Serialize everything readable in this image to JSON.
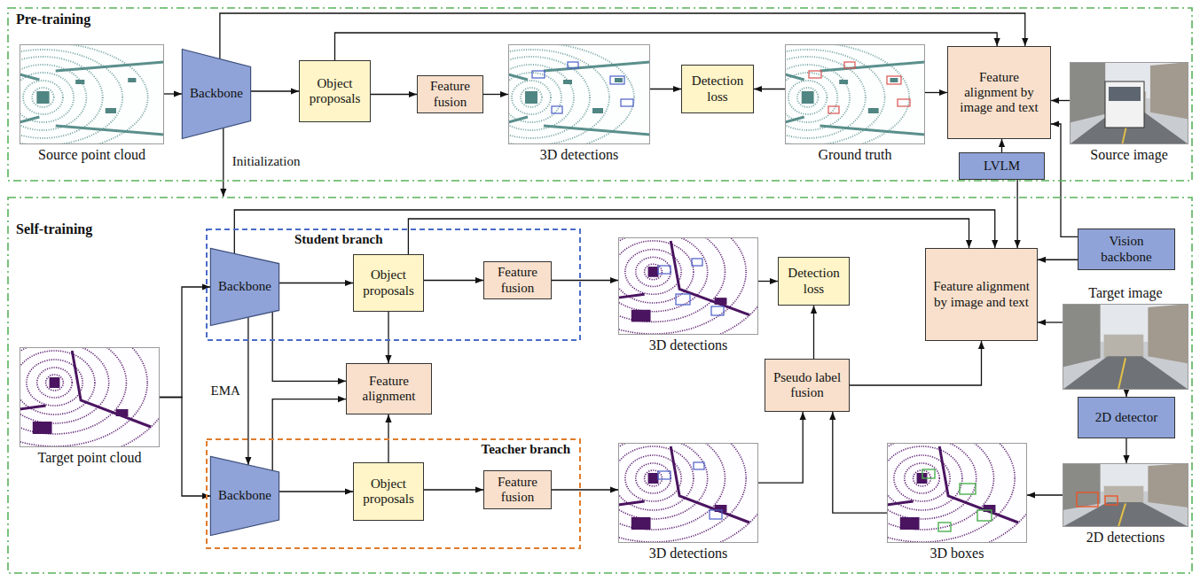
{
  "diagram": {
    "nodes": [
      {
        "text": [
          "Pre-training"
        ]
      },
      {
        "text": [
          "Source point cloud"
        ],
        "in": 0
      },
      {
        "text": [
          "Backbone"
        ],
        "in": 0
      },
      {
        "text": [
          "Object proposals"
        ],
        "in": 0
      },
      {
        "text": [
          "Feature fusion"
        ],
        "in": 0
      },
      {
        "text": [
          "3D detections"
        ],
        "in": 0
      },
      {
        "text": [
          "Detection loss"
        ],
        "in": 0
      },
      {
        "text": [
          "Ground truth"
        ],
        "in": 0
      },
      {
        "text": [
          "Feature alignment by image and text"
        ],
        "in": 0
      },
      {
        "text": [
          "Source image"
        ],
        "in": 0
      },
      {
        "text": [
          "LVLM"
        ],
        "in": 0
      },
      {
        "text": [
          "Self-training"
        ]
      },
      {
        "text": [
          "Student branch"
        ],
        "in": 11
      },
      {
        "text": [
          "Backbone"
        ],
        "in": 12
      },
      {
        "text": [
          "Object proposals"
        ],
        "in": 12
      },
      {
        "text": [
          "Feature fusion"
        ],
        "in": 12
      },
      {
        "text": [
          "Target point cloud"
        ],
        "in": 11
      },
      {
        "text": [
          "Feature alignment"
        ],
        "in": 11
      },
      {
        "text": [
          "Teacher branch"
        ],
        "in": 11
      },
      {
        "text": [
          "Backbone"
        ],
        "in": 18
      },
      {
        "text": [
          "Object proposals"
        ],
        "in": 18
      },
      {
        "text": [
          "Feature fusion"
        ],
        "in": 18
      },
      {
        "text": [
          "3D detections"
        ],
        "in": 11
      },
      {
        "text": [
          "Detection loss"
        ],
        "in": 11
      },
      {
        "text": [
          "3D detections"
        ],
        "in": 11
      },
      {
        "text": [
          "Pseudo label fusion"
        ],
        "in": 11
      },
      {
        "text": [
          "3D boxes"
        ],
        "in": 11
      },
      {
        "text": [
          "Feature alignment by image and text"
        ],
        "in": 11
      },
      {
        "text": [
          "Vision backbone"
        ],
        "in": 11
      },
      {
        "text": [
          "Target image"
        ],
        "in": 11
      },
      {
        "text": [
          "2D detector"
        ],
        "in": 11
      },
      {
        "text": [
          "2D detections"
        ],
        "in": 11
      }
    ],
    "edges": [
      {
        "from": 1,
        "to": 2,
        "arrow": "to"
      },
      {
        "from": 2,
        "to": 3,
        "arrow": "to"
      },
      {
        "from": 3,
        "to": 4,
        "arrow": "to"
      },
      {
        "from": 4,
        "to": 5,
        "arrow": "to"
      },
      {
        "from": 5,
        "to": 6,
        "arrow": "to"
      },
      {
        "from": 7,
        "to": 6,
        "arrow": "to"
      },
      {
        "from": 7,
        "to": 8,
        "arrow": "to"
      },
      {
        "from": 2,
        "to": 8,
        "arrow": "to"
      },
      {
        "from": 3,
        "to": 8,
        "arrow": "to"
      },
      {
        "from": 9,
        "to": 8,
        "arrow": "to"
      },
      {
        "from": 10,
        "to": 8,
        "arrow": "to"
      },
      {
        "from": 2,
        "to": 11,
        "label": "Initialization",
        "arrow": "to"
      },
      {
        "from": 10,
        "to": 27,
        "arrow": "to"
      },
      {
        "from": 16,
        "to": 13,
        "arrow": "to"
      },
      {
        "from": 16,
        "to": 19,
        "arrow": "to"
      },
      {
        "from": 13,
        "to": 14,
        "arrow": "to"
      },
      {
        "from": 14,
        "to": 15,
        "arrow": "to"
      },
      {
        "from": 15,
        "to": 22,
        "arrow": "to"
      },
      {
        "from": 22,
        "to": 23,
        "arrow": "to"
      },
      {
        "from": 13,
        "to": 19,
        "label": "EMA",
        "arrow": "to"
      },
      {
        "from": 13,
        "to": 17,
        "arrow": "to"
      },
      {
        "from": 14,
        "to": 17,
        "arrow": "to"
      },
      {
        "from": 19,
        "to": 17,
        "arrow": "to"
      },
      {
        "from": 20,
        "to": 17,
        "arrow": "to"
      },
      {
        "from": 19,
        "to": 20,
        "arrow": "to"
      },
      {
        "from": 20,
        "to": 21,
        "arrow": "to"
      },
      {
        "from": 21,
        "to": 24,
        "arrow": "to"
      },
      {
        "from": 24,
        "to": 25,
        "arrow": "to"
      },
      {
        "from": 26,
        "to": 25,
        "arrow": "to"
      },
      {
        "from": 25,
        "to": 23,
        "arrow": "to"
      },
      {
        "from": 25,
        "to": 27,
        "arrow": "to"
      },
      {
        "from": 13,
        "to": 27,
        "arrow": "to"
      },
      {
        "from": 14,
        "to": 27,
        "arrow": "to"
      },
      {
        "from": 28,
        "to": 27,
        "arrow": "to"
      },
      {
        "from": 28,
        "to": 8,
        "arrow": "to"
      },
      {
        "from": 29,
        "to": 27,
        "arrow": "to"
      },
      {
        "from": 29,
        "to": 30,
        "arrow": "to"
      },
      {
        "from": 30,
        "to": 31,
        "arrow": "to"
      },
      {
        "from": 31,
        "to": 26,
        "arrow": "to"
      }
    ]
  }
}
